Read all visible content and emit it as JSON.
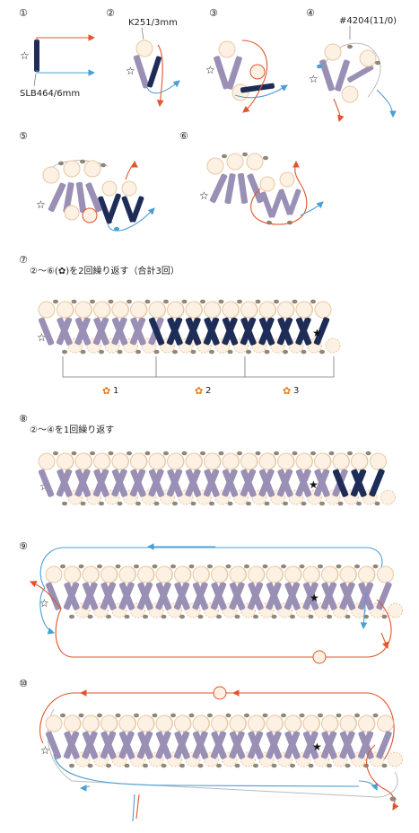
{
  "steps": [
    {
      "num": "①",
      "labels": {
        "top": "",
        "bottom": "SLB464/6mm"
      }
    },
    {
      "num": "②",
      "labels": {
        "top": "K251/3mm"
      }
    },
    {
      "num": "③"
    },
    {
      "num": "④",
      "labels": {
        "top": "#4204(11/0)"
      }
    },
    {
      "num": "⑤"
    },
    {
      "num": "⑥"
    },
    {
      "num": "⑦",
      "instruction": "②～⑥(✿)を2回繰り返す（合計3回）",
      "brackets": [
        "1",
        "2",
        "3"
      ]
    },
    {
      "num": "⑧",
      "instruction": "②～④を1回繰り返す"
    },
    {
      "num": "⑨"
    },
    {
      "num": "⑩"
    }
  ],
  "symbols": {
    "start": "☆",
    "end": "★",
    "flower": "✿"
  },
  "colors": {
    "bugle": "#9a8fb5",
    "bugle_dark": "#1e2d57",
    "pearl": "#fdf1e3",
    "pearl_stroke": "#e8c9a4",
    "seed": "#8f8777",
    "thread_red": "#e0552b",
    "thread_blue": "#4b9fd4",
    "flower": "#e07b1b"
  }
}
